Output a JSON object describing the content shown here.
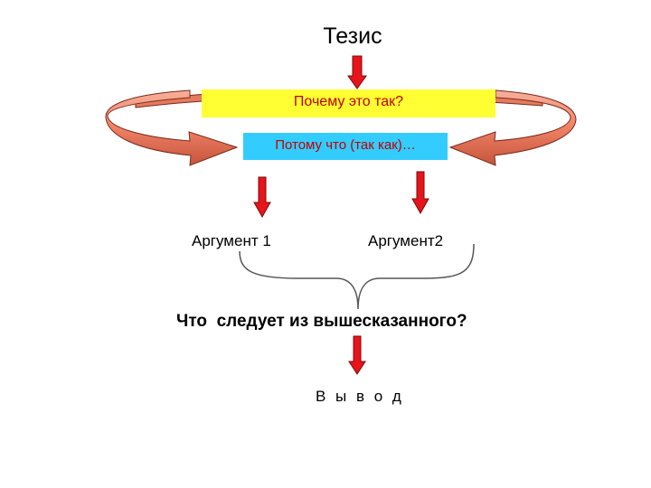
{
  "diagram": {
    "thesis": "Тезис",
    "question_why": "Почему это так?",
    "because": "Потому что (так как)…",
    "argument_1": "Аргумент 1",
    "argument_2": "Аргумент2",
    "question_conclusion": "Что  следует из вышесказанного?",
    "conclusion": "В ы в о д"
  },
  "colors": {
    "arrow_red": "#e8141b",
    "ring_salmon": "#f08064",
    "why_box": "#ffff33",
    "because_box": "#33ccff",
    "box_text": "#c00000",
    "brace": "#555555"
  }
}
